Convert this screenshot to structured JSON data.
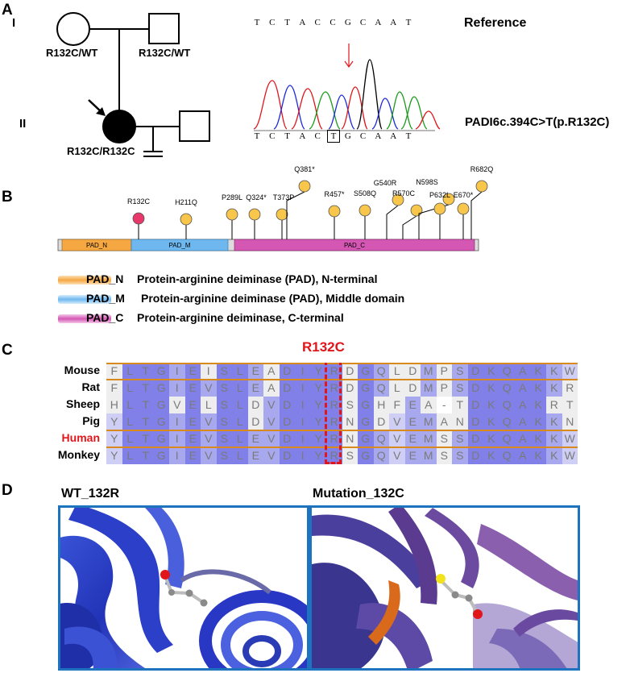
{
  "panels": {
    "a": "A",
    "b": "B",
    "c": "C",
    "d": "D"
  },
  "pedigree": {
    "gen1": "I",
    "gen2": "II",
    "father_genotype": "R132C/WT",
    "mother_genotype": "R132C/WT",
    "proband_genotype": "R132C/R132C"
  },
  "chromatogram": {
    "reference_label": "Reference",
    "reference_seq": [
      "T",
      "C",
      "T",
      "A",
      "C",
      "C",
      "G",
      "C",
      "A",
      "A",
      "T"
    ],
    "sample_seq": [
      "T",
      "C",
      "T",
      "A",
      "C",
      "T",
      "G",
      "C",
      "A",
      "A",
      "T"
    ],
    "boxed_index": 5,
    "variant_label": "PADI6c.394C>T(p.R132C)"
  },
  "protein": {
    "domains": [
      {
        "name": "PAD_N",
        "color": "#f5a742"
      },
      {
        "name": "PAD_M",
        "color": "#6fb8ef"
      },
      {
        "name": "PAD_C",
        "color": "#d457b4"
      }
    ],
    "mutations": [
      {
        "label": "R132C",
        "kind": "missense-highlight"
      },
      {
        "label": "H211Q"
      },
      {
        "label": "P289L"
      },
      {
        "label": "Q324*"
      },
      {
        "label": "T373P"
      },
      {
        "label": "Q381*"
      },
      {
        "label": "R457*"
      },
      {
        "label": "S508Q"
      },
      {
        "label": "G540R"
      },
      {
        "label": "R570C"
      },
      {
        "label": "N598S"
      },
      {
        "label": "P632L"
      },
      {
        "label": "E670*"
      },
      {
        "label": "R682Q"
      }
    ],
    "legend": [
      {
        "code": "PAD_N",
        "desc": "Protein-arginine deiminase (PAD), N-terminal"
      },
      {
        "code": "PAD_M",
        "desc": "Protein-arginine deiminase (PAD), Middle domain"
      },
      {
        "code": "PAD_C",
        "desc": "Protein-arginine deiminase, C-terminal"
      }
    ]
  },
  "alignment": {
    "highlight_label": "R132C",
    "species": [
      "Mouse",
      "Rat",
      "Sheep",
      "Pig",
      "Human",
      "Monkey"
    ],
    "human_color": "#e0161b",
    "sequences": [
      "FLTGIEISLEADIYRDGQLDMPSDKQAKKW",
      "FLTGIEVSLEADIYRDGQLDMPSDKQAKKR",
      "HLTGVELSLDVDIYRSGHFEA-TDKQAKRT",
      "YLTGIEVSLDVDIYRNGDVEMANDKQAKKN",
      "YLTGIEVSLEVDIYRNGQVEMSSDKQAKKW",
      "YLTGIEVSLEVDIYRSGQVEMSSDKQAKKW"
    ],
    "highlight_col": 14
  },
  "structures": {
    "wt_title": "WT_132R",
    "mut_title": "Mutation_132C"
  }
}
